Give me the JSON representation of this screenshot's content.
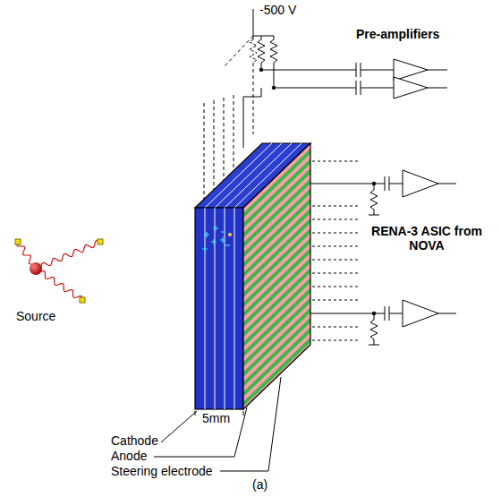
{
  "diagram": {
    "labels": [
      "-500 V",
      "Pre-amplifiers",
      "RENA-3 ASIC from NOVA",
      "Source",
      "5mm",
      "Cathode",
      "Anode",
      "Steering electrode",
      "(a)"
    ]
  }
}
